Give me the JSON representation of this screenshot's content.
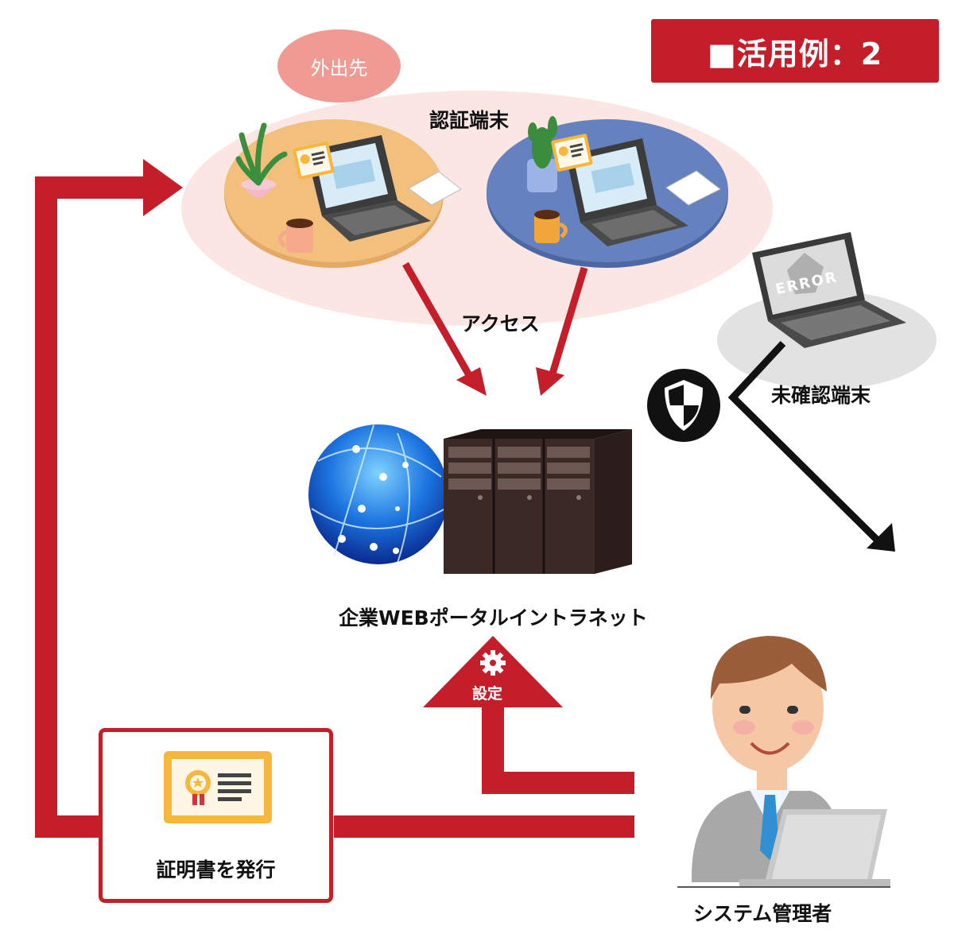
{
  "badge": {
    "text": "■活用例：2"
  },
  "location": {
    "label": "外出先"
  },
  "auth_devices": {
    "label": "認証端末"
  },
  "access": {
    "label": "アクセス"
  },
  "unverified": {
    "label": "未確認端末",
    "error_text": "ERROR"
  },
  "server": {
    "label": "企業WEBポータルイントラネット"
  },
  "settings": {
    "label": "設定"
  },
  "certificate": {
    "label": "証明書を発行"
  },
  "admin": {
    "label": "システム管理者"
  },
  "colors": {
    "accent": "#c41e2b",
    "table_left": "#f2c07c",
    "table_right": "#5f7bb8",
    "ellipse": "#fbe6e3"
  }
}
